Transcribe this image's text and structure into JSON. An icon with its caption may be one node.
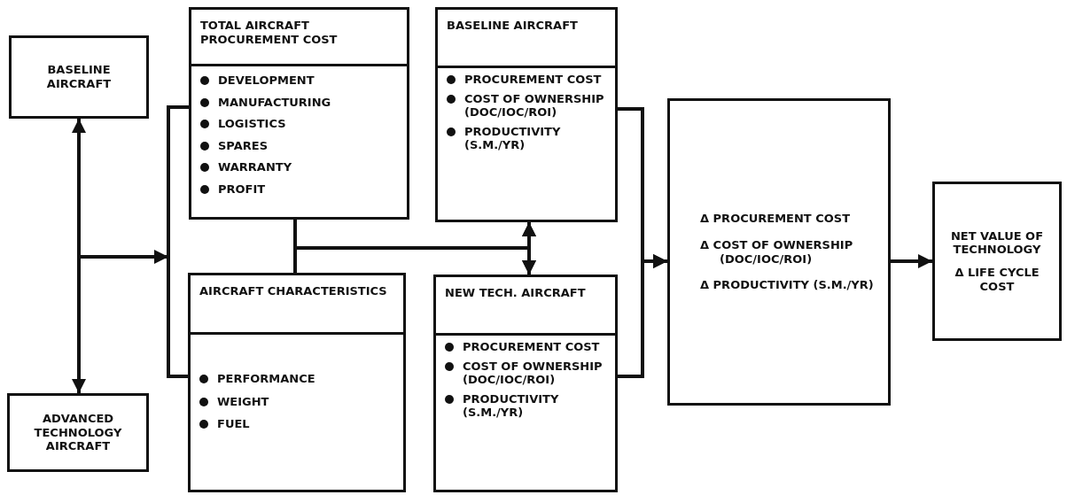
{
  "diagram": {
    "nodes": [
      {
        "text": [
          "BASELINE AIRCRAFT"
        ]
      },
      {
        "text": [
          "ADVANCED TECHNOLOGY AIRCRAFT"
        ]
      },
      {
        "text": [
          "TOTAL AIRCRAFT PROCUREMENT COST",
          "DEVELOPMENT",
          "MANUFACTURING",
          "LOGISTICS",
          "SPARES",
          "WARRANTY",
          "PROFIT"
        ]
      },
      {
        "text": [
          "AIRCRAFT CHARACTERISTICS",
          "PERFORMANCE",
          "WEIGHT",
          "FUEL"
        ]
      },
      {
        "text": [
          "BASELINE AIRCRAFT",
          "PROCUREMENT COST",
          "COST OF OWNERSHIP (DOC/IOC/ROI)",
          "PRODUCTIVITY (S.M./YR)"
        ]
      },
      {
        "text": [
          "NEW TECH. AIRCRAFT",
          "PROCUREMENT COST",
          "COST OF OWNERSHIP (DOC/IOC/ROI)",
          "PRODUCTIVITY (S.M./YR)"
        ]
      },
      {
        "text": [
          "Δ PROCUREMENT COST",
          "Δ COST OF OWNERSHIP (DOC/IOC/ROI)",
          "Δ PRODUCTIVITY (S.M./YR)"
        ]
      },
      {
        "text": [
          "NET VALUE OF TECHNOLOGY",
          "Δ LIFE CYCLE COST"
        ]
      }
    ],
    "edges": [
      {
        "from": 0,
        "to": 1,
        "arrow": "both"
      },
      {
        "from": 0,
        "to": 2,
        "arrow": "to"
      },
      {
        "from": 0,
        "to": 3,
        "arrow": "to"
      },
      {
        "from": 1,
        "to": 2,
        "arrow": "to"
      },
      {
        "from": 1,
        "to": 3,
        "arrow": "to"
      },
      {
        "from": 2,
        "to": 4,
        "arrow": "to"
      },
      {
        "from": 2,
        "to": 5,
        "arrow": "to"
      },
      {
        "from": 3,
        "to": 4,
        "arrow": "to"
      },
      {
        "from": 3,
        "to": 5,
        "arrow": "to"
      },
      {
        "from": 4,
        "to": 6,
        "arrow": "to"
      },
      {
        "from": 5,
        "to": 6,
        "arrow": "to"
      },
      {
        "from": 6,
        "to": 7,
        "arrow": "to"
      }
    ]
  }
}
